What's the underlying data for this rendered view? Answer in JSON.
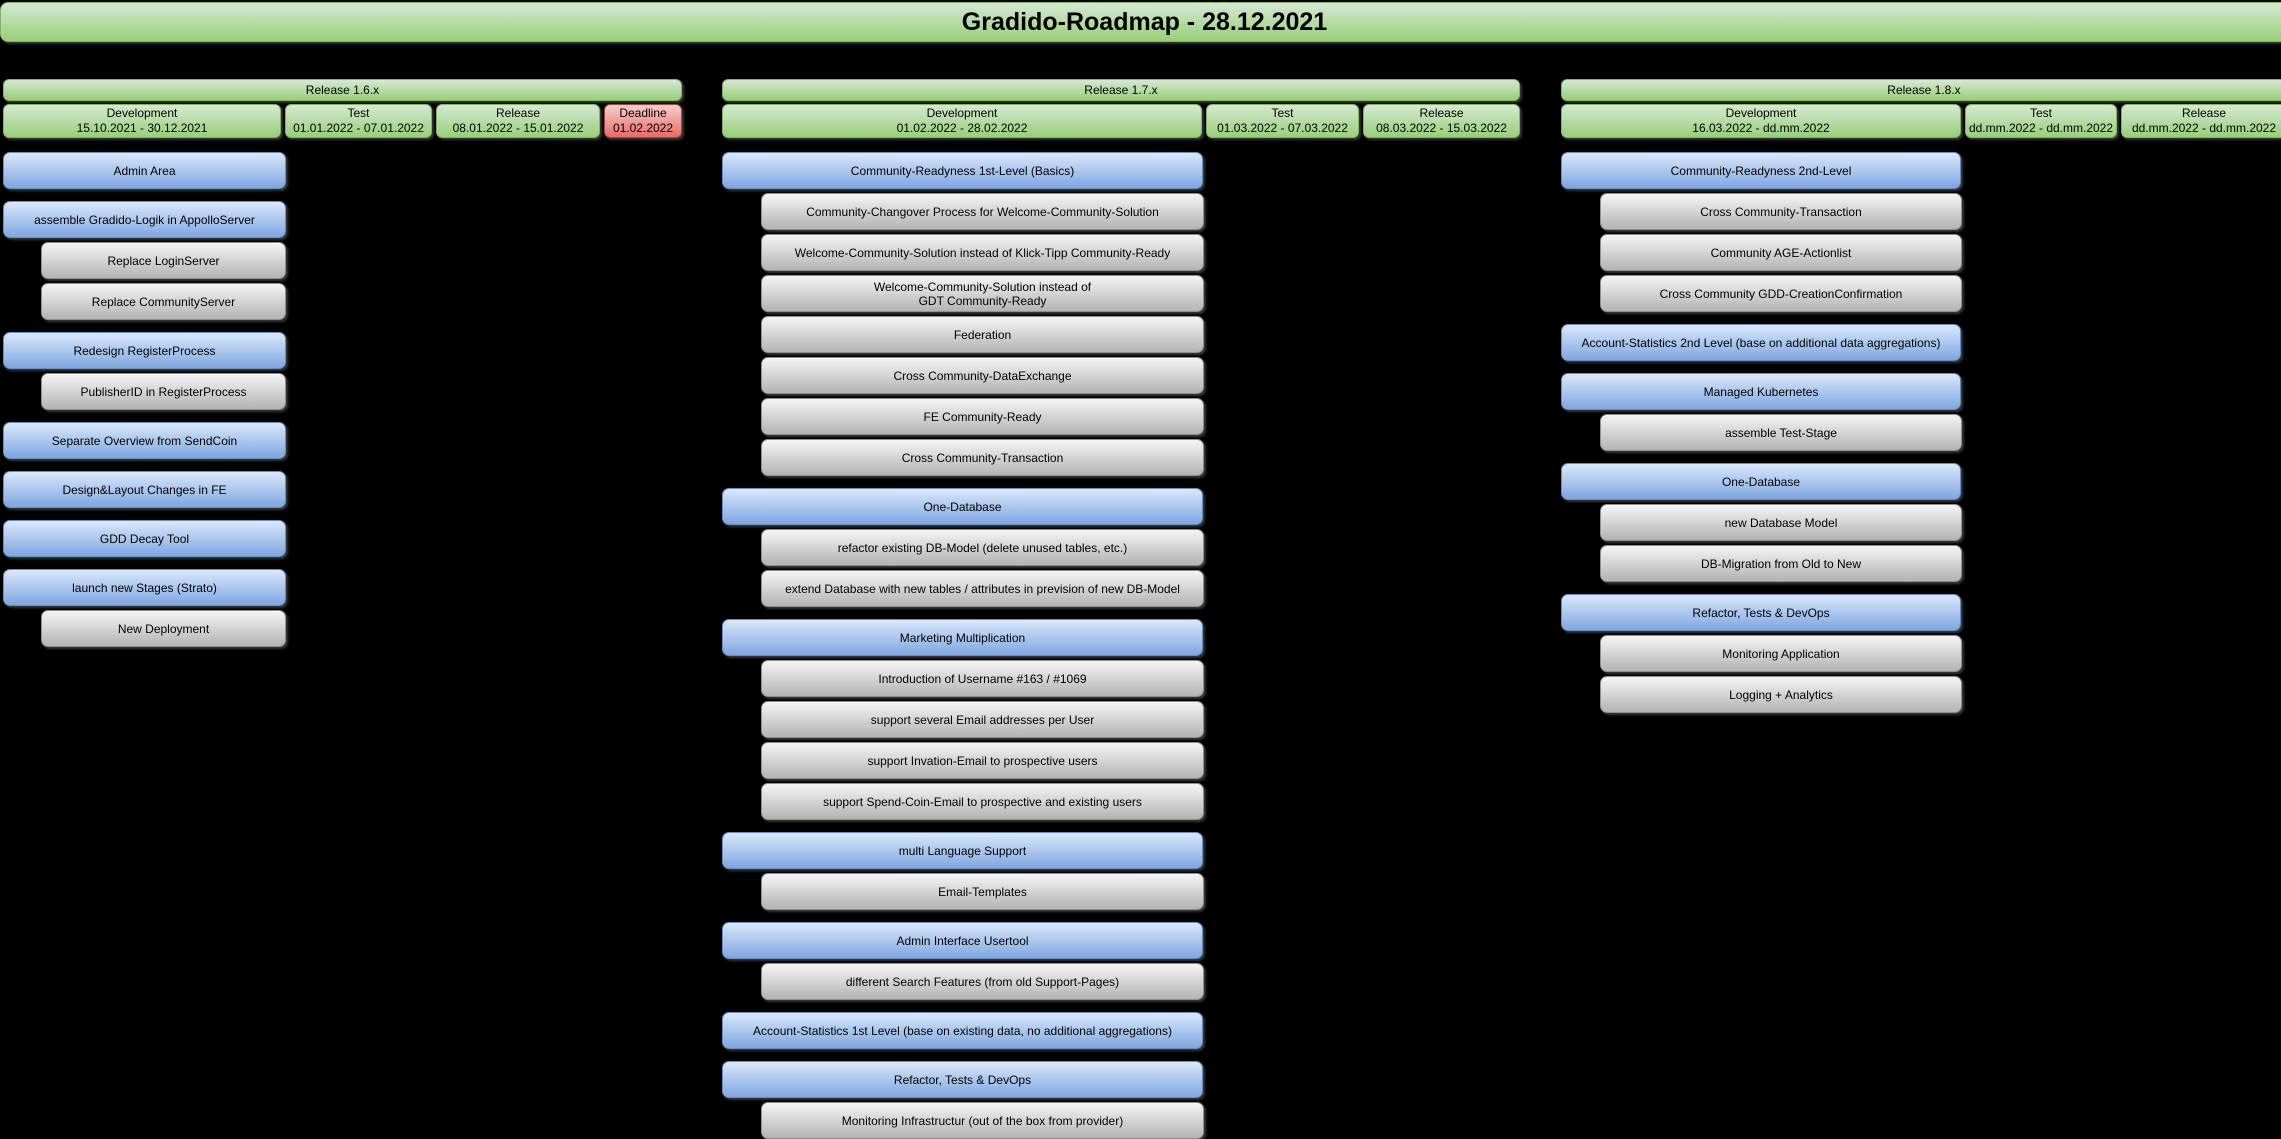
{
  "title": "Gradido-Roadmap - 28.12.2021",
  "colors": {
    "background": "#000000",
    "text": "#000000",
    "green_light": "#d5e8d4",
    "green_dark": "#97d077",
    "green_border": "#82b366",
    "blue_light": "#dae8fc",
    "blue_dark": "#7ea6e0",
    "blue_border": "#6c8ebf",
    "gray_light": "#f5f5f5",
    "gray_dark": "#b3b3b3",
    "gray_border": "#8f8f8f",
    "red_light": "#f8cecc",
    "red_dark": "#ea6b66",
    "red_border": "#a04744"
  },
  "releases": [
    {
      "name": "Release 1.6.x",
      "phases": [
        {
          "label": "Development",
          "dates": "15.10.2021 - 30.12.2021"
        },
        {
          "label": "Test",
          "dates": "01.01.2022 - 07.01.2022"
        },
        {
          "label": "Release",
          "dates": "08.01.2022 - 15.01.2022"
        },
        {
          "label": "Deadline",
          "dates": "01.02.2022"
        }
      ],
      "tasks": [
        {
          "label": "Admin Area",
          "level": "parent"
        },
        {
          "label": "assemble Gradido-Logik in AppolloServer",
          "level": "parent"
        },
        {
          "label": "Replace LoginServer",
          "level": "child"
        },
        {
          "label": "Replace CommunityServer",
          "level": "child"
        },
        {
          "label": "Redesign RegisterProcess",
          "level": "parent"
        },
        {
          "label": "PublisherID in RegisterProcess",
          "level": "child"
        },
        {
          "label": "Separate Overview from SendCoin",
          "level": "parent"
        },
        {
          "label": "Design&Layout Changes in FE",
          "level": "parent"
        },
        {
          "label": "GDD Decay Tool",
          "level": "parent"
        },
        {
          "label": "launch new Stages (Strato)",
          "level": "parent"
        },
        {
          "label": "New Deployment",
          "level": "child"
        }
      ]
    },
    {
      "name": "Release 1.7.x",
      "phases": [
        {
          "label": "Development",
          "dates": "01.02.2022 - 28.02.2022"
        },
        {
          "label": "Test",
          "dates": "01.03.2022 - 07.03.2022"
        },
        {
          "label": "Release",
          "dates": "08.03.2022 - 15.03.2022"
        }
      ],
      "tasks": [
        {
          "label": "Community-Readyness 1st-Level (Basics)",
          "level": "parent"
        },
        {
          "label": "Community-Changover Process for Welcome-Community-Solution",
          "level": "child"
        },
        {
          "label": "Welcome-Community-Solution instead of Klick-Tipp Community-Ready",
          "level": "child"
        },
        {
          "label": "Welcome-Community-Solution instead of\nGDT Community-Ready",
          "level": "child"
        },
        {
          "label": "Federation",
          "level": "child"
        },
        {
          "label": "Cross Community-DataExchange",
          "level": "child"
        },
        {
          "label": "FE Community-Ready",
          "level": "child"
        },
        {
          "label": "Cross Community-Transaction",
          "level": "child"
        },
        {
          "label": "One-Database",
          "level": "parent"
        },
        {
          "label": "refactor existing DB-Model (delete unused tables, etc.)",
          "level": "child"
        },
        {
          "label": "extend Database with new tables / attributes in prevision of new DB-Model",
          "level": "child"
        },
        {
          "label": "Marketing Multiplication",
          "level": "parent"
        },
        {
          "label": "Introduction of Username #163 / #1069",
          "level": "child"
        },
        {
          "label": "support several Email addresses per User",
          "level": "child"
        },
        {
          "label": "support Invation-Email to prospective users",
          "level": "child"
        },
        {
          "label": "support Spend-Coin-Email to prospective and existing users",
          "level": "child"
        },
        {
          "label": "multi Language Support",
          "level": "parent"
        },
        {
          "label": "Email-Templates",
          "level": "child"
        },
        {
          "label": "Admin Interface Usertool",
          "level": "parent"
        },
        {
          "label": "different Search Features (from old Support-Pages)",
          "level": "child"
        },
        {
          "label": "Account-Statistics 1st Level (base on existing data, no additional aggregations)",
          "level": "parent"
        },
        {
          "label": "Refactor, Tests & DevOps",
          "level": "parent"
        },
        {
          "label": "Monitoring Infrastructur (out of the box from provider)",
          "level": "child"
        }
      ]
    },
    {
      "name": "Release 1.8.x",
      "phases": [
        {
          "label": "Development",
          "dates": "16.03.2022 - dd.mm.2022"
        },
        {
          "label": "Test",
          "dates": "dd.mm.2022 - dd.mm.2022"
        },
        {
          "label": "Release",
          "dates": "dd.mm.2022 - dd.mm.2022"
        }
      ],
      "tasks": [
        {
          "label": "Community-Readyness 2nd-Level",
          "level": "parent"
        },
        {
          "label": "Cross Community-Transaction",
          "level": "child"
        },
        {
          "label": "Community AGE-Actionlist",
          "level": "child"
        },
        {
          "label": "Cross Community GDD-CreationConfirmation",
          "level": "child"
        },
        {
          "label": "Account-Statistics 2nd Level (base on additional data aggregations)",
          "level": "parent"
        },
        {
          "label": "Managed Kubernetes",
          "level": "parent"
        },
        {
          "label": "assemble Test-Stage",
          "level": "child"
        },
        {
          "label": "One-Database",
          "level": "parent"
        },
        {
          "label": "new Database Model",
          "level": "child"
        },
        {
          "label": "DB-Migration from Old to New",
          "level": "child"
        },
        {
          "label": "Refactor, Tests & DevOps",
          "level": "parent"
        },
        {
          "label": "Monitoring Application",
          "level": "child"
        },
        {
          "label": "Logging + Analytics",
          "level": "child"
        }
      ]
    }
  ]
}
